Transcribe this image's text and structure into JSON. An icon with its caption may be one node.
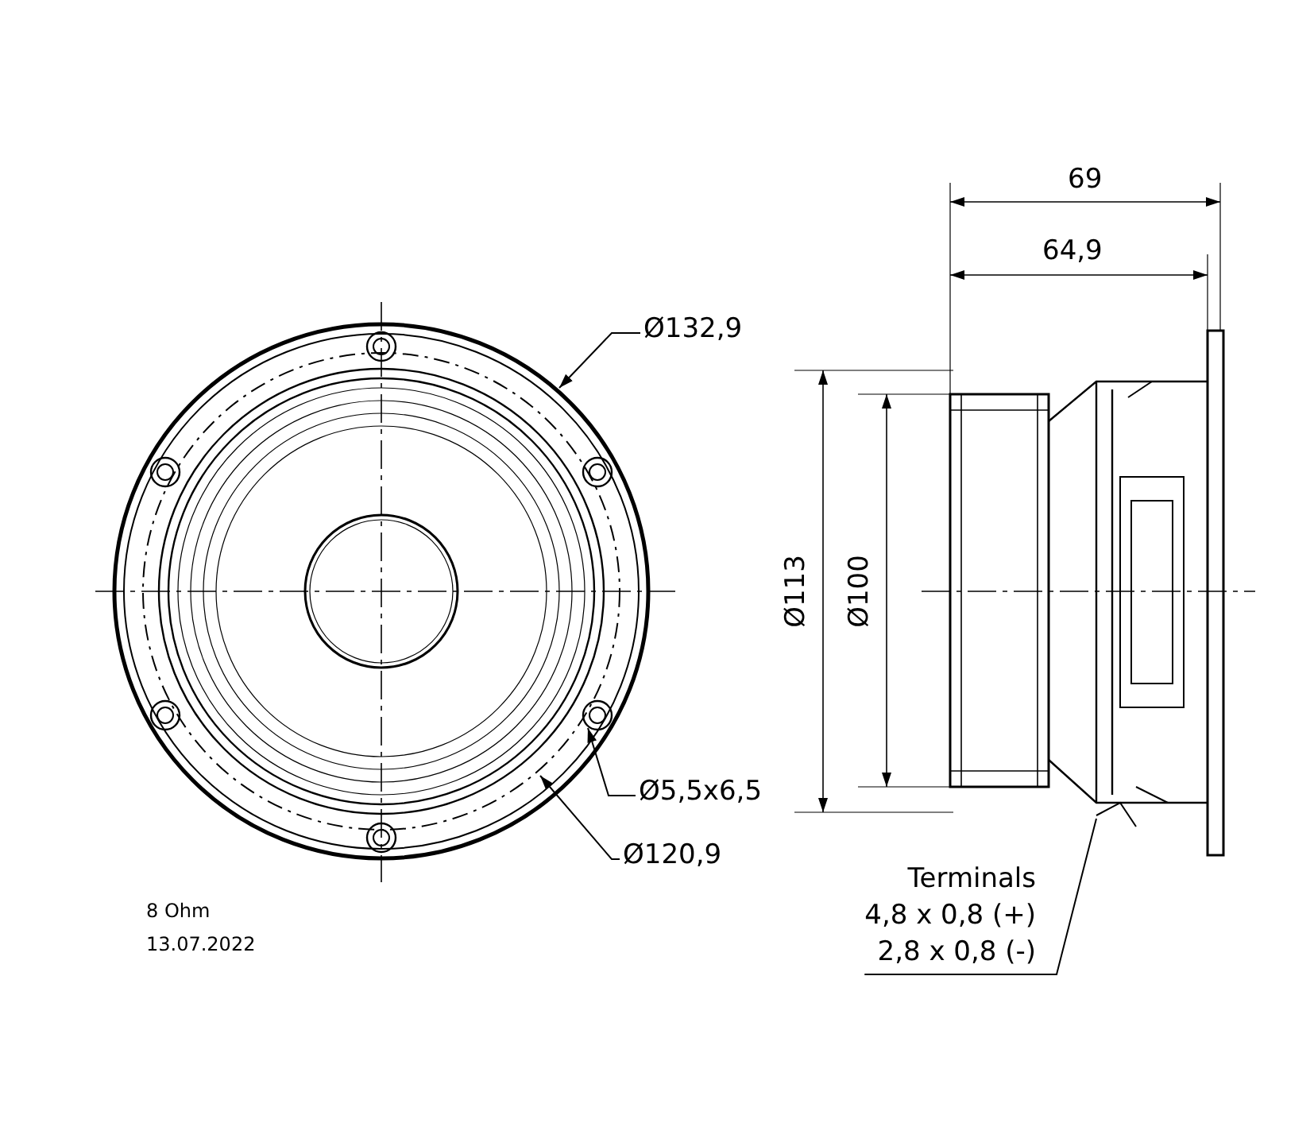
{
  "diagram": {
    "nodes": [
      {
        "text": [
          "Ø132,9"
        ]
      },
      {
        "text": [
          "Ø5,5x6,5"
        ]
      },
      {
        "text": [
          "Ø120,9"
        ]
      },
      {
        "text": [
          "Terminals",
          "4,8 x 0,8 (+)",
          "2,8 x 0,8 (-)"
        ]
      }
    ],
    "edges": [
      {
        "from": 0,
        "to": null,
        "arrow": "to"
      },
      {
        "from": 1,
        "to": null,
        "arrow": "to"
      },
      {
        "from": 2,
        "to": null,
        "arrow": "to"
      },
      {
        "from": 3,
        "to": null,
        "arrow": "none"
      }
    ],
    "labels": [
      "69",
      "64,9",
      "Ø113",
      "Ø100",
      "8 Ohm",
      "13.07.2022"
    ]
  }
}
